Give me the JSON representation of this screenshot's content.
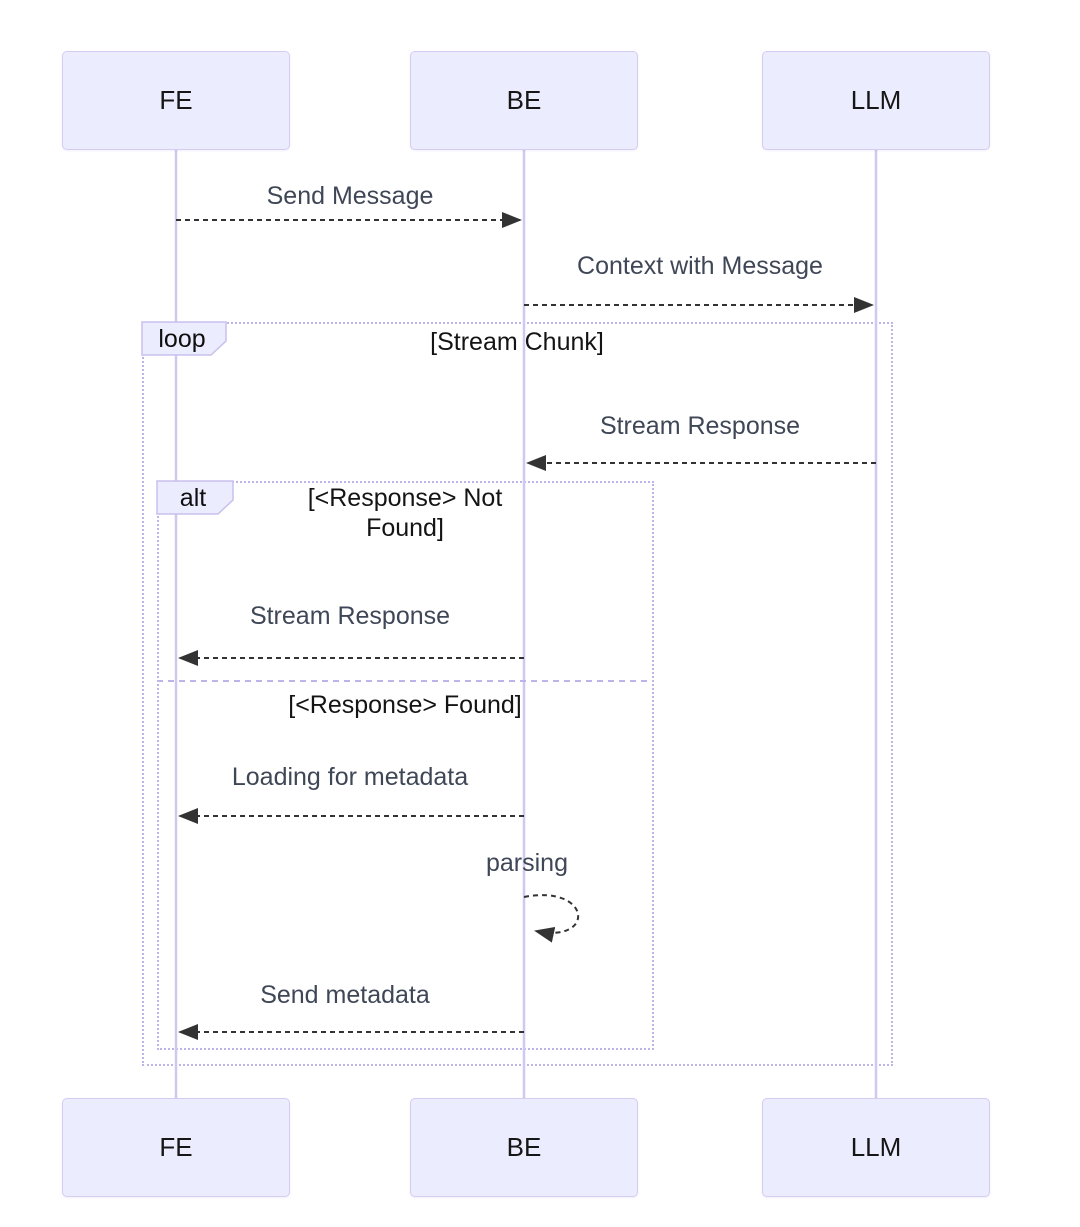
{
  "diagram": {
    "kind": "sequence-diagram",
    "colors": {
      "background": "#FFFFFF",
      "actor_fill": "#ECECFF",
      "actor_border": "#D5CCF2",
      "lifeline": "#CFC8F0",
      "message_line": "#333333",
      "message_text": "#3F4757",
      "fragment_border": "#BDB5EA",
      "fragment_label_fill": "#ECECFF",
      "condition_text": "#141414"
    },
    "actors": [
      {
        "id": "FE",
        "label": "FE"
      },
      {
        "id": "BE",
        "label": "BE"
      },
      {
        "id": "LLM",
        "label": "LLM"
      }
    ],
    "messages": [
      {
        "from": "FE",
        "to": "BE",
        "label": "Send Message",
        "line": "dashed",
        "self": false
      },
      {
        "from": "BE",
        "to": "LLM",
        "label": "Context with Message",
        "line": "dashed",
        "self": false
      },
      {
        "from": "LLM",
        "to": "BE",
        "label": "Stream Response",
        "line": "dashed",
        "self": false
      },
      {
        "from": "BE",
        "to": "FE",
        "label": "Stream Response",
        "line": "dashed",
        "self": false
      },
      {
        "from": "BE",
        "to": "FE",
        "label": "Loading for metadata",
        "line": "dashed",
        "self": false
      },
      {
        "from": "BE",
        "to": "BE",
        "label": "parsing",
        "line": "dashed",
        "self": true
      },
      {
        "from": "BE",
        "to": "FE",
        "label": "Send metadata",
        "line": "dashed",
        "self": false
      }
    ],
    "fragments": [
      {
        "type": "loop",
        "label": "loop",
        "condition": "[Stream Chunk]"
      },
      {
        "type": "alt",
        "label": "alt",
        "conditions": [
          "[<Response> Not Found]",
          "[<Response> Found]"
        ]
      }
    ]
  }
}
